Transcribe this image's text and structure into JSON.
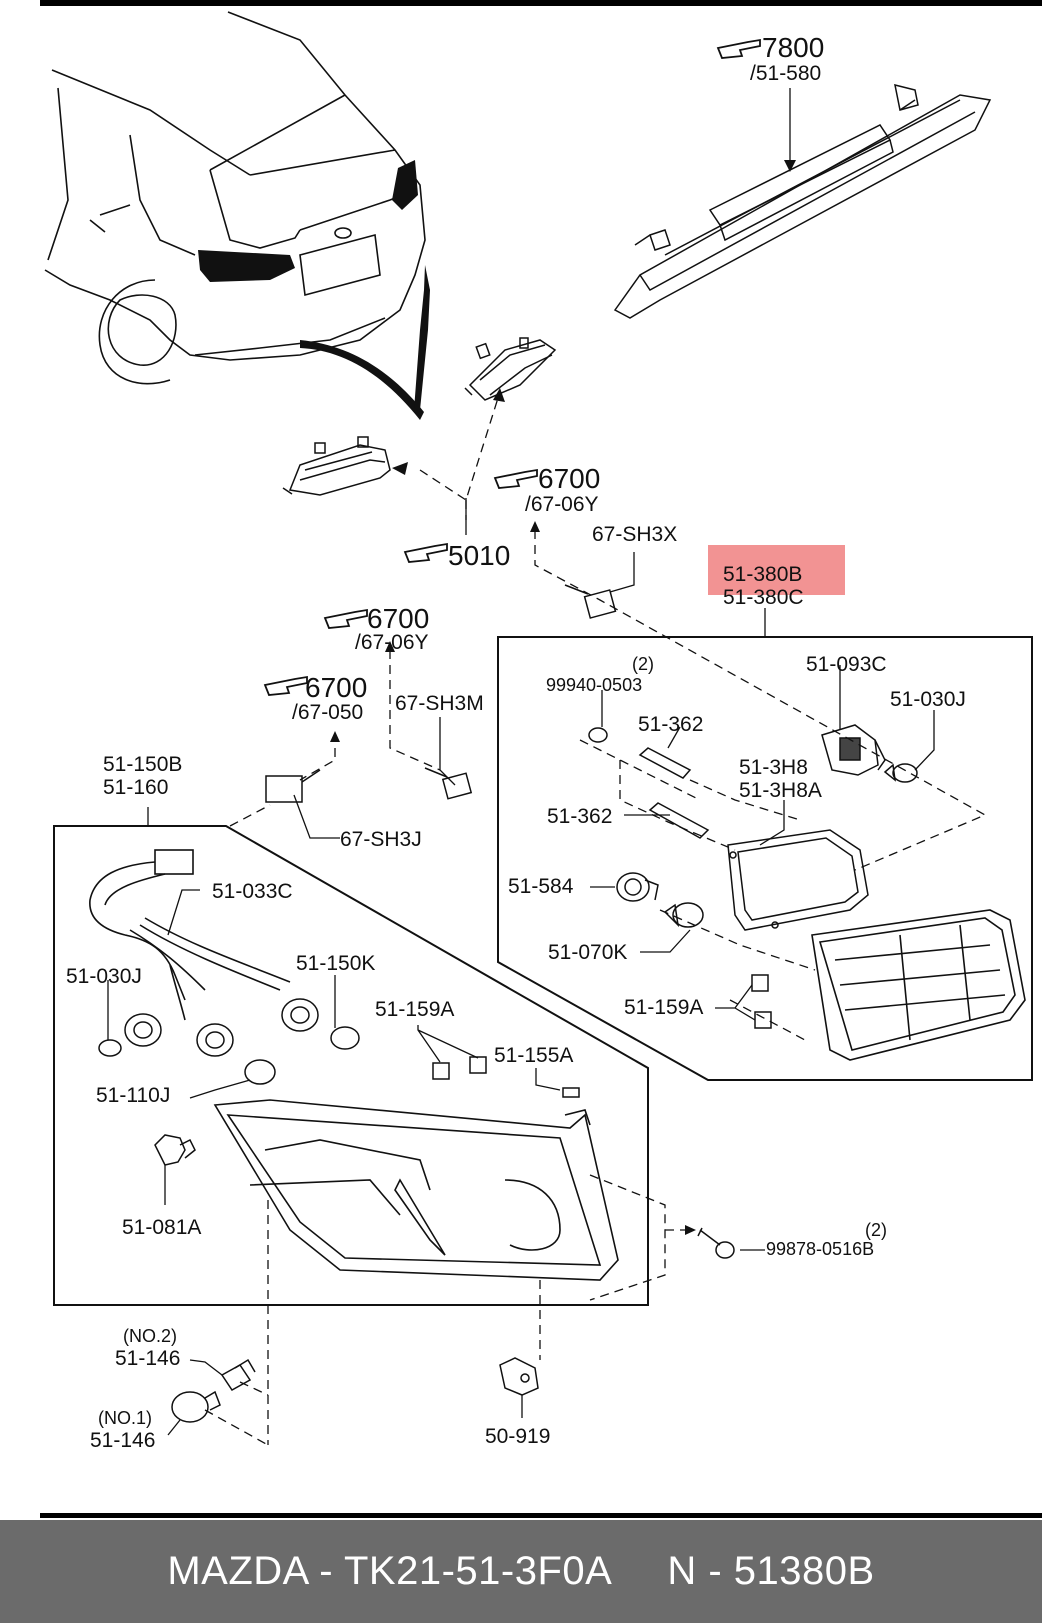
{
  "callouts": [
    {
      "id": "c7800",
      "num": "7800",
      "ref": "/51-580"
    },
    {
      "id": "c6700a",
      "num": "6700",
      "ref": "/67-06Y"
    },
    {
      "id": "c5010",
      "num": "5010",
      "ref": ""
    },
    {
      "id": "c6700b",
      "num": "6700",
      "ref": "/67-06Y"
    },
    {
      "id": "c6700c",
      "num": "6700",
      "ref": "/67-050"
    }
  ],
  "labels": {
    "p67_sh3x": "67-SH3X",
    "p51_380b": "51-380B",
    "p51_380c": "51-380C",
    "qty_2a": "(2)",
    "p99940_0503": "99940-0503",
    "p51_093c": "51-093C",
    "p51_030j_inner": "51-030J",
    "p51_362a": "51-362",
    "p51_3h8": "51-3H8",
    "p51_3h8a": "51-3H8A",
    "p51_362b": "51-362",
    "p51_584": "51-584",
    "p51_070k": "51-070K",
    "p51_159a_inner": "51-159A",
    "p67_sh3m": "67-SH3M",
    "p51_150b": "51-150B",
    "p51_160": "51-160",
    "p67_sh3j": "67-SH3J",
    "p51_033c": "51-033C",
    "p51_030j_outer": "51-030J",
    "p51_150k": "51-150K",
    "p51_159a_outer": "51-159A",
    "p51_155a": "51-155A",
    "p51_110j": "51-110J",
    "p51_081a": "51-081A",
    "qty_2b": "(2)",
    "p99878_0516b": "99878-0516B",
    "no2": "(NO.2)",
    "p51_146a": "51-146",
    "no1": "(NO.1)",
    "p51_146b": "51-146",
    "p50_919": "50-919"
  },
  "highlight_color": "#f08080",
  "footer": {
    "brand": "MAZDA - TK21-51-3F0A",
    "part": "N - 51380B"
  }
}
